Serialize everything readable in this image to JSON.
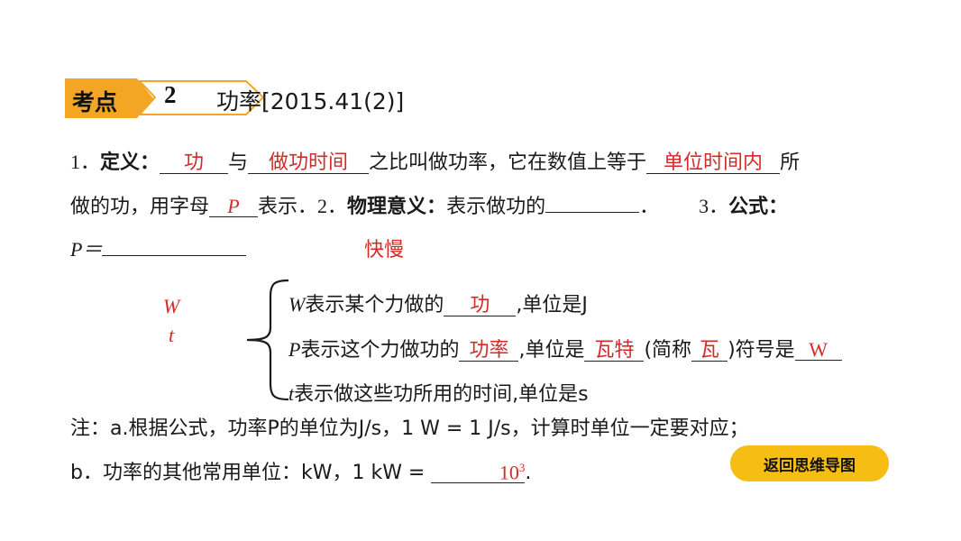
{
  "header": {
    "badge_label": "考点",
    "badge_number": "2",
    "title": "功率[2015.41(2)]"
  },
  "definition": {
    "num": "1．",
    "label": "定义：",
    "answer1": "功",
    "text1": "与",
    "answer2": "做功时间",
    "text2": "之比叫做功率，它在数值上等于",
    "answer3": "单位时间内",
    "text3": "所",
    "text4": "做的功，用字母",
    "answer4": "P",
    "text5": "表示．"
  },
  "meaning": {
    "num": "2．",
    "label": "物理意义：",
    "text": "表示做功的",
    "answer": "快慢",
    "end": "．"
  },
  "formula": {
    "num": "3．",
    "label": "公式：",
    "lhs": "P＝",
    "numerator": "W",
    "denominator": "t"
  },
  "explanations": [
    {
      "var": "W",
      "pre": "表示某个力做的",
      "answer": "功",
      "post": ",单位是J"
    },
    {
      "var": "P",
      "pre": "表示这个力做功的",
      "answer": "功率",
      "post": ",单位是",
      "answer2": "瓦特",
      "mid": "(简称",
      "answer3": "瓦",
      "post2": ")符号是",
      "answer4": "W"
    },
    {
      "var": "t",
      "pre": "表示做这些功所用的时间,单位是s"
    }
  ],
  "notes": {
    "line1": "注：a.根据公式，功率P的单位为J/s，1 W = 1 J/s，计算时单位一定要对应；",
    "line2": "b．功率的其他常用单位：kW，1 kW =",
    "answer": "10",
    "answer_exp": "3",
    "end": "."
  },
  "back_button": {
    "label": "返回思维导图"
  },
  "colors": {
    "accent": "#f2a623",
    "answer": "#d42a2a",
    "button": "#f6bd13"
  }
}
